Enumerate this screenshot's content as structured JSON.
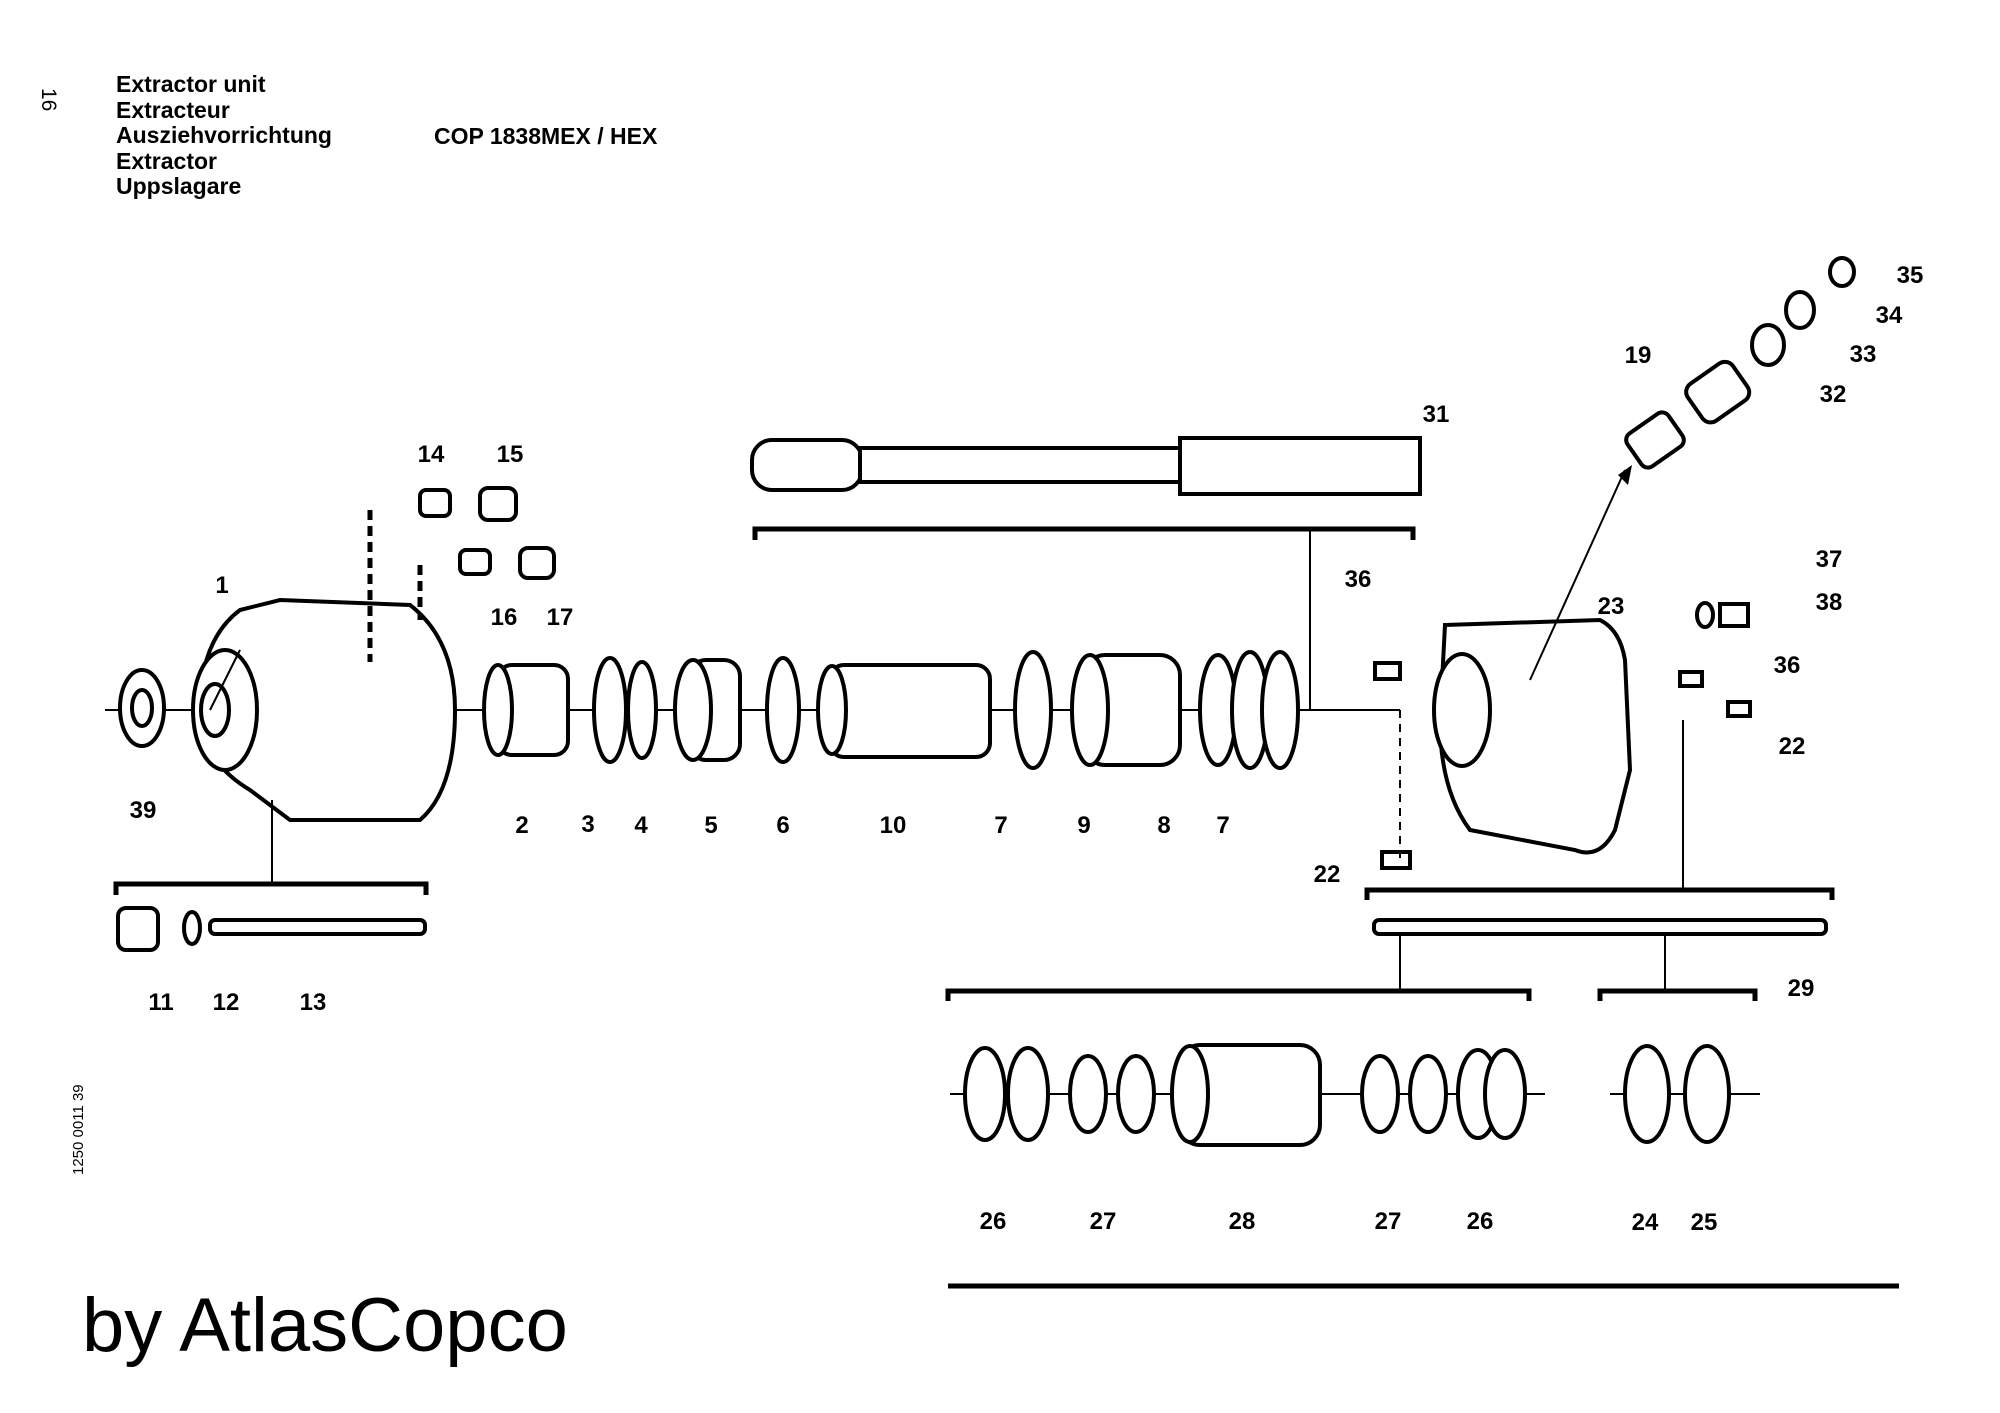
{
  "header": {
    "page_number": "16",
    "titles": [
      "Extractor unit",
      "Extracteur",
      "Ausziehvorrichtung",
      "Extractor",
      "Uppslagare"
    ],
    "model": "COP 1838MEX / HEX"
  },
  "document_number": "1250 0011 39",
  "brand_caption": "by AtlasCopco",
  "part_labels": {
    "p1": "1",
    "p2": "2",
    "p3": "3",
    "p4": "4",
    "p5": "5",
    "p6": "6",
    "p7a": "7",
    "p7b": "7",
    "p8": "8",
    "p9": "9",
    "p10": "10",
    "p11": "11",
    "p12": "12",
    "p13": "13",
    "p14": "14",
    "p15": "15",
    "p16": "16",
    "p17": "17",
    "p19": "19",
    "p22a": "22",
    "p22b": "22",
    "p23": "23",
    "p24": "24",
    "p25": "25",
    "p26a": "26",
    "p26b": "26",
    "p27a": "27",
    "p27b": "27",
    "p28": "28",
    "p29": "29",
    "p31": "31",
    "p32": "32",
    "p33": "33",
    "p34": "34",
    "p35": "35",
    "p36a": "36",
    "p36b": "36",
    "p37": "37",
    "p38": "38",
    "p39": "39"
  }
}
